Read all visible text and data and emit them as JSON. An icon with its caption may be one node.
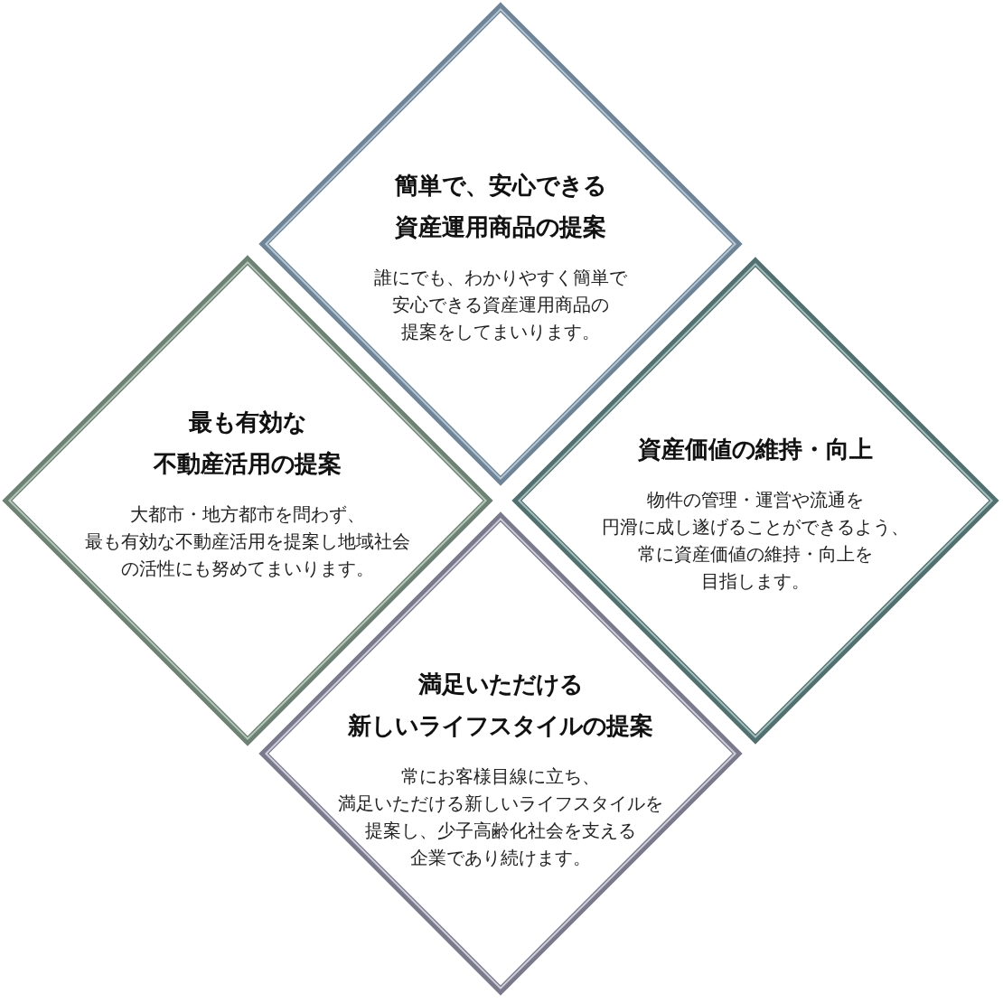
{
  "diagram": {
    "nodes": [
      {
        "text": [
          "簡単で、安心できる資産運用商品の提案",
          "誰にでも、わかりやすく簡単で安心できる資産運用商品の提案をしてまいります。"
        ]
      },
      {
        "text": [
          "最も有効な不動産活用の提案",
          "大都市・地方都市を問わず、最も有効な不動産活用を提案し地域社会の活性にも努めてまいります。"
        ]
      },
      {
        "text": [
          "資産価値の維持・向上",
          "物件の管理・運営や流通を円滑に成し遂げることができるよう、常に資産価値の維持・向上を目指します。"
        ]
      },
      {
        "text": [
          "満足いただける新しいライフスタイルの提案",
          "常にお客様目線に立ち、満足いただける新しいライフスタイルを提案し、少子高齢化社会を支える企業であり続けます。"
        ]
      }
    ]
  }
}
